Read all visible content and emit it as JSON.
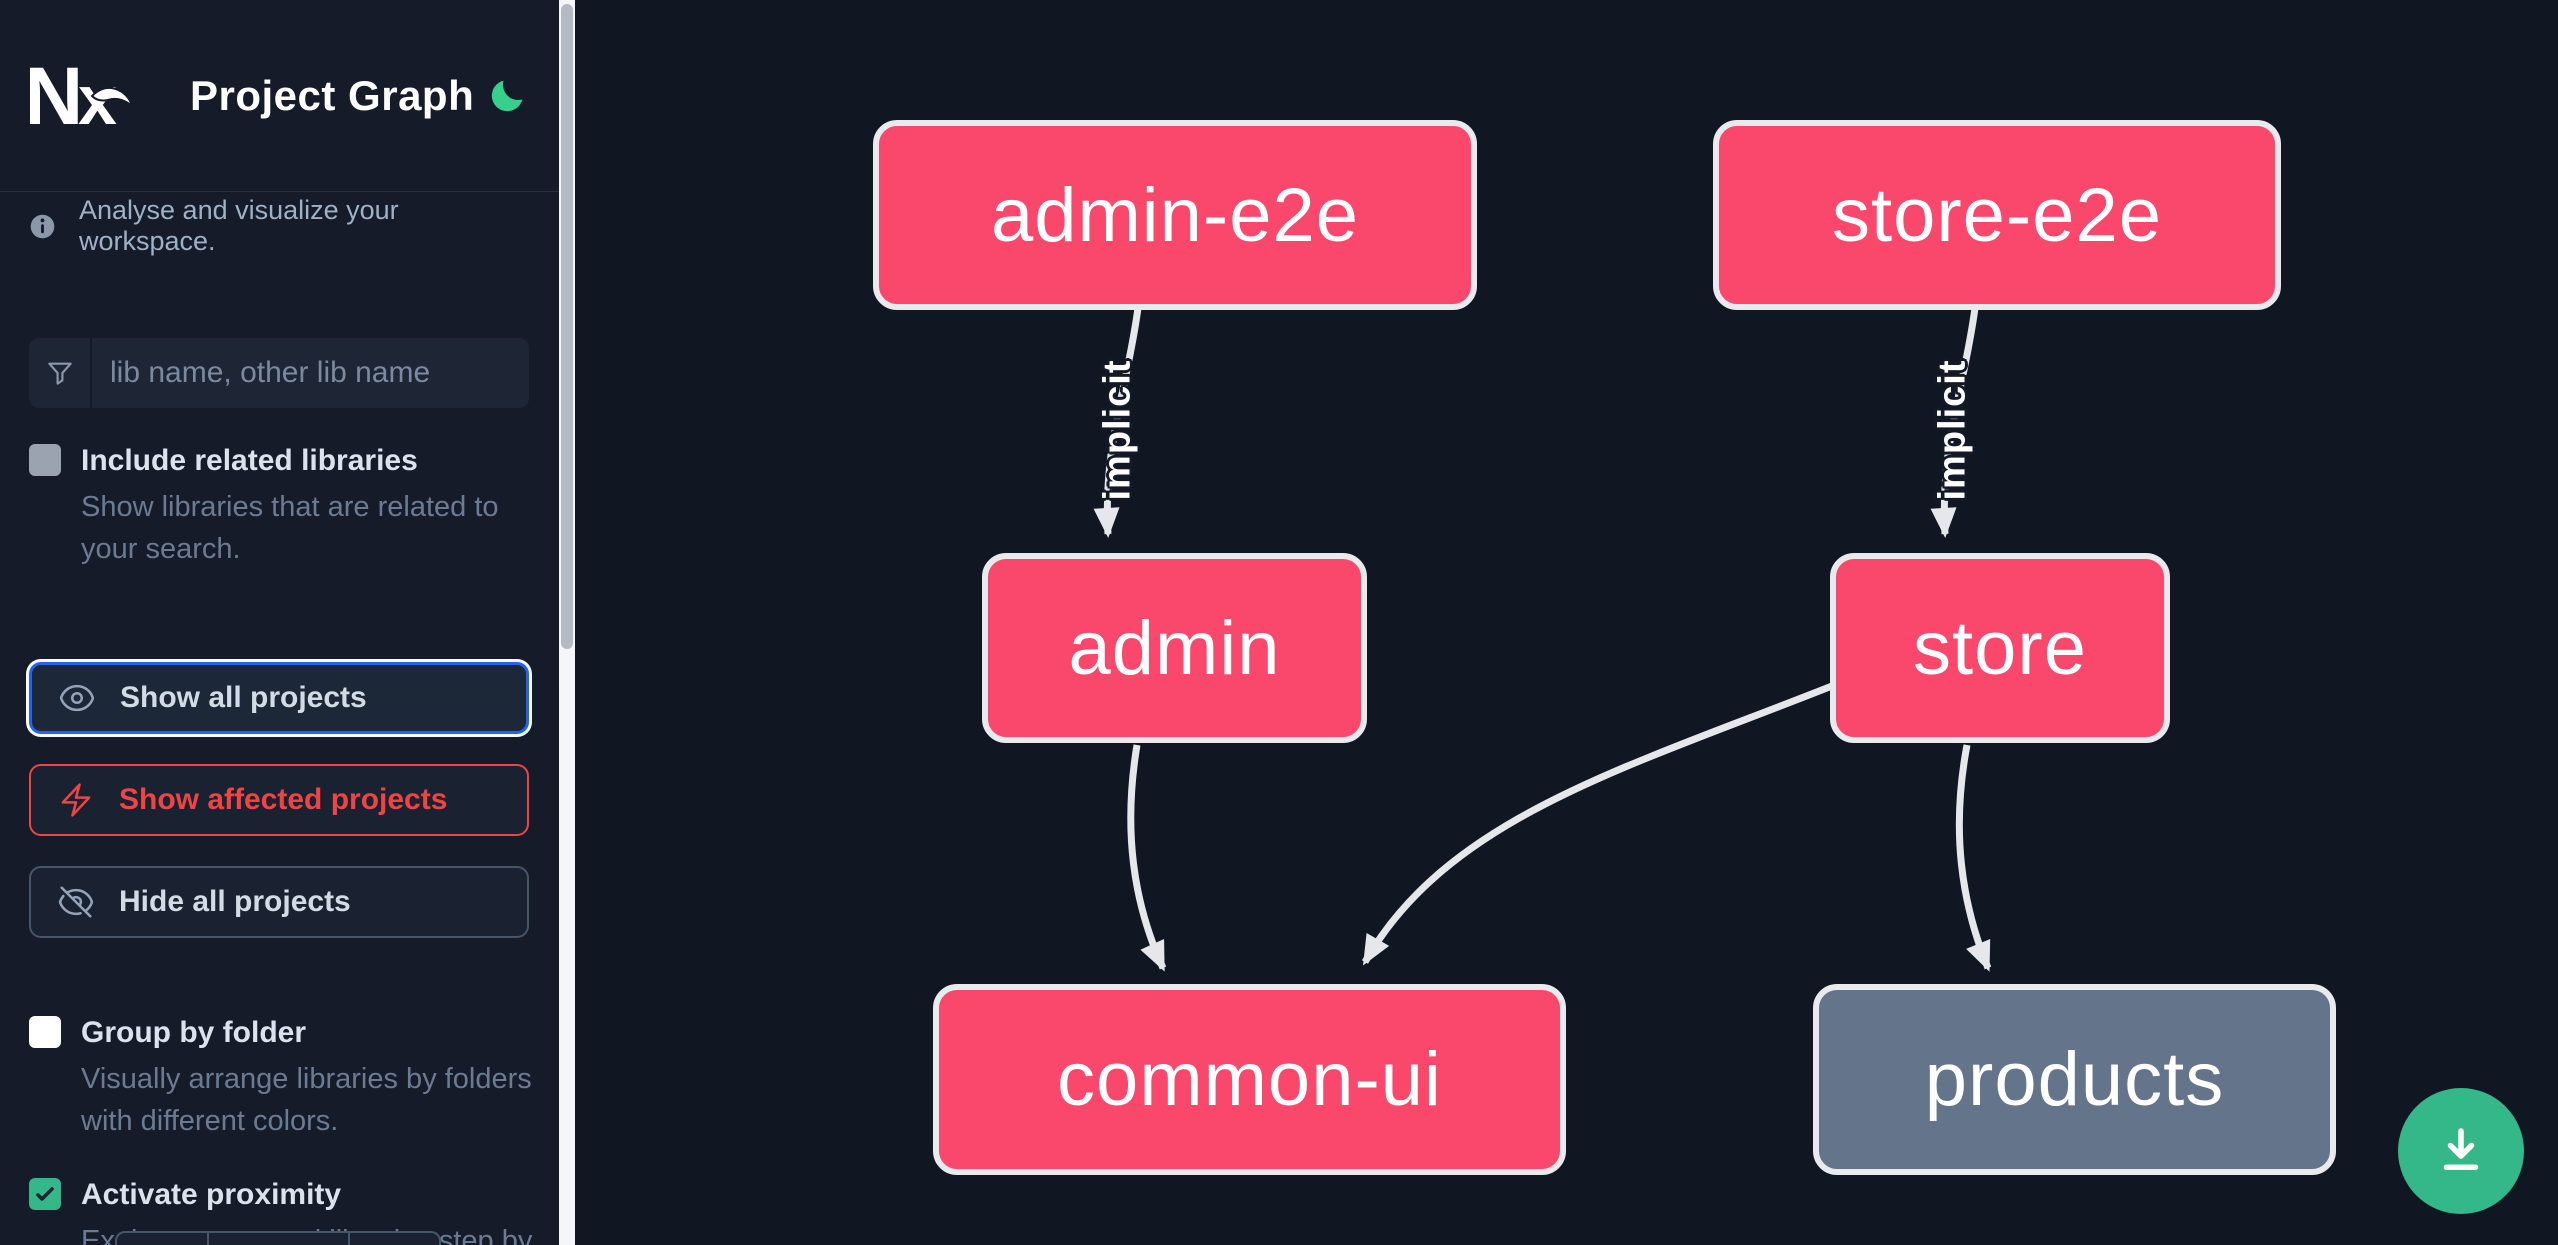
{
  "header": {
    "app_title": "Project Graph",
    "logo": "nx-logo",
    "theme_toggle_icon": "moon-icon"
  },
  "sidebar": {
    "tagline": "Analyse and visualize your workspace.",
    "search": {
      "placeholder": "lib name, other lib name",
      "value": "",
      "icon": "funnel-icon"
    },
    "options": [
      {
        "label": "Include related libraries",
        "description": "Show libraries that are related to your search.",
        "checked": false,
        "enabled": false
      },
      {
        "label": "Group by folder",
        "description": "Visually arrange libraries by folders with different colors.",
        "checked": false,
        "enabled": true
      },
      {
        "label": "Activate proximity",
        "description": "Explore connected libraries step by step.",
        "checked": true,
        "enabled": true
      }
    ],
    "buttons": [
      {
        "label": "Show all projects",
        "icon": "eye-icon",
        "state": "focused"
      },
      {
        "label": "Show affected projects",
        "icon": "bolt-icon",
        "state": "affected"
      },
      {
        "label": "Hide all projects",
        "icon": "eye-slash-icon",
        "state": "default"
      }
    ]
  },
  "graph": {
    "nodes": [
      {
        "id": "admin-e2e",
        "label": "admin-e2e",
        "style": "pink"
      },
      {
        "id": "store-e2e",
        "label": "store-e2e",
        "style": "pink"
      },
      {
        "id": "admin",
        "label": "admin",
        "style": "pink"
      },
      {
        "id": "store",
        "label": "store",
        "style": "pink"
      },
      {
        "id": "common-ui",
        "label": "common-ui",
        "style": "pink"
      },
      {
        "id": "products",
        "label": "products",
        "style": "gray"
      }
    ],
    "edges": [
      {
        "from": "admin-e2e",
        "to": "admin",
        "label": "implicit"
      },
      {
        "from": "store-e2e",
        "to": "store",
        "label": "implicit"
      },
      {
        "from": "admin",
        "to": "common-ui",
        "label": ""
      },
      {
        "from": "store",
        "to": "common-ui",
        "label": ""
      },
      {
        "from": "store",
        "to": "products",
        "label": ""
      }
    ]
  },
  "fab": {
    "icon": "download-icon"
  },
  "colors": {
    "node_pink": "#f9486b",
    "node_gray": "#64748b",
    "edge": "#e5e7ea",
    "affected_red": "#ef4444",
    "focus_blue": "#2563eb",
    "accent_green": "#34b789",
    "sidebar_bg": "#161b29",
    "canvas_bg": "#111623"
  }
}
